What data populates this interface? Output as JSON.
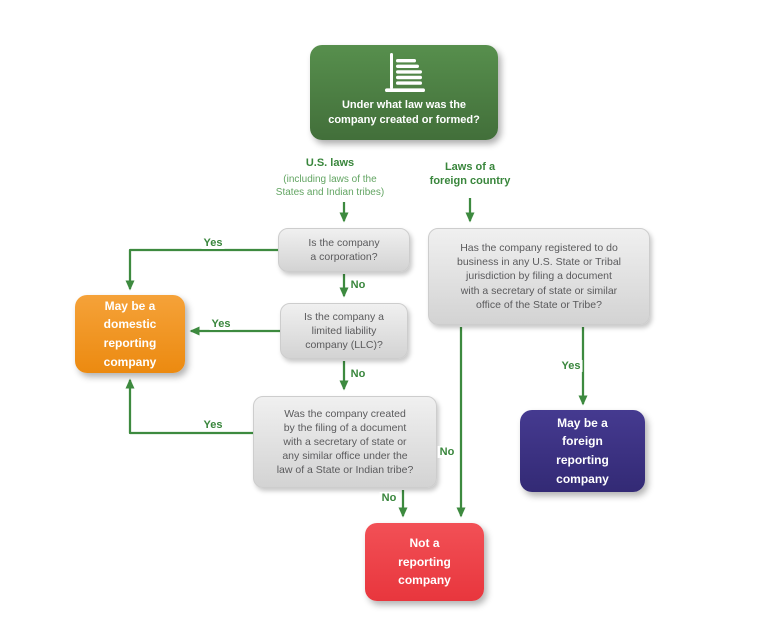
{
  "colors": {
    "green-dark": "#39863c",
    "green-light": "#63a563",
    "arrow": "#3d8a3f",
    "root-top": "#578f4d",
    "root-bottom": "#426f3a",
    "gray-top": "#f0f0f0",
    "gray-bottom": "#d3d3d3",
    "gray-text": "#5a5a5c",
    "orange-top": "#f5a239",
    "orange-bottom": "#ec8a10",
    "red-top": "#f25056",
    "red-bottom": "#e8363d",
    "purple-top": "#453a90",
    "purple-bottom": "#332a75"
  },
  "flowchart": {
    "root": {
      "icon": "building-icon",
      "question": "Under what law was the\ncompany created or formed?"
    },
    "branches": {
      "us": {
        "title": "U.S. laws",
        "subtitle": "(including laws of the\nStates and Indian tribes)"
      },
      "foreign": {
        "title": "Laws of a\nforeign country"
      }
    },
    "questions": {
      "corporation": "Is the company\na corporation?",
      "llc": "Is the company a\nlimited liability\ncompany (LLC)?",
      "filing": "Was the company created\nby the filing of a document\nwith a secretary of state or\nany similar office under the\nlaw of a State or Indian tribe?",
      "foreign_registration": "Has the company registered to do\nbusiness in any U.S. State or Tribal\njurisdiction by filing a document\nwith a secretary of state or similar\noffice of the State or Tribe?"
    },
    "outcomes": {
      "domestic": "May be a\ndomestic\nreporting\ncompany",
      "foreign": "May be a\nforeign\nreporting\ncompany",
      "not_reporting": "Not a\nreporting\ncompany"
    },
    "edge_labels": {
      "yes": "Yes",
      "no": "No"
    }
  }
}
